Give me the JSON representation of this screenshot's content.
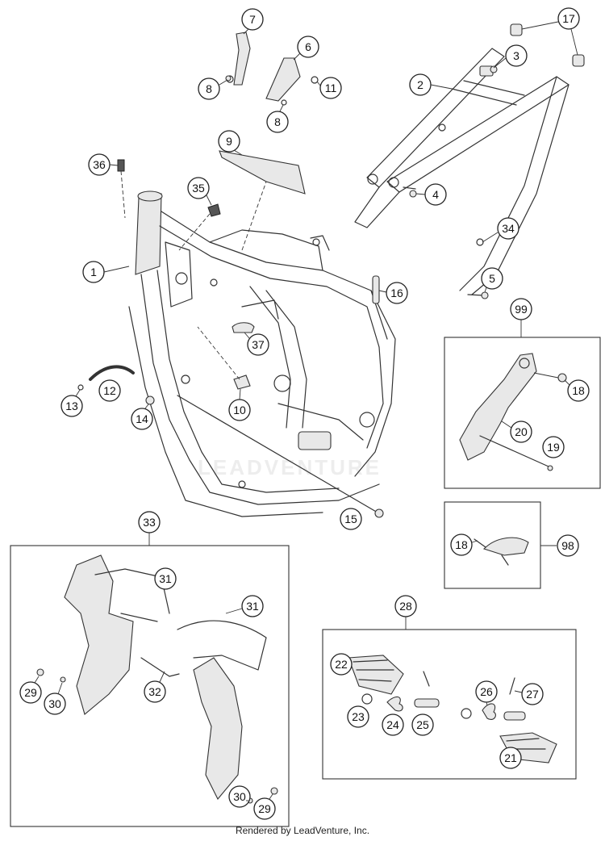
{
  "callouts": {
    "c1": "1",
    "c2": "2",
    "c3": "3",
    "c4": "4",
    "c5": "5",
    "c6": "6",
    "c7": "7",
    "c8a": "8",
    "c8b": "8",
    "c9": "9",
    "c10": "10",
    "c11": "11",
    "c12": "12",
    "c13": "13",
    "c14": "14",
    "c15": "15",
    "c16": "16",
    "c17": "17",
    "c18a": "18",
    "c18b": "18",
    "c19": "19",
    "c20": "20",
    "c21": "21",
    "c22": "22",
    "c23": "23",
    "c24": "24",
    "c25": "25",
    "c26": "26",
    "c27": "27",
    "c28": "28",
    "c29a": "29",
    "c29b": "29",
    "c30a": "30",
    "c30b": "30",
    "c31a": "31",
    "c31b": "31",
    "c32": "32",
    "c33": "33",
    "c34": "34",
    "c35": "35",
    "c36": "36",
    "c37": "37",
    "c98": "98",
    "c99": "99"
  },
  "watermark": "LEADVENTURE",
  "footer": "Rendered by LeadVenture, Inc."
}
